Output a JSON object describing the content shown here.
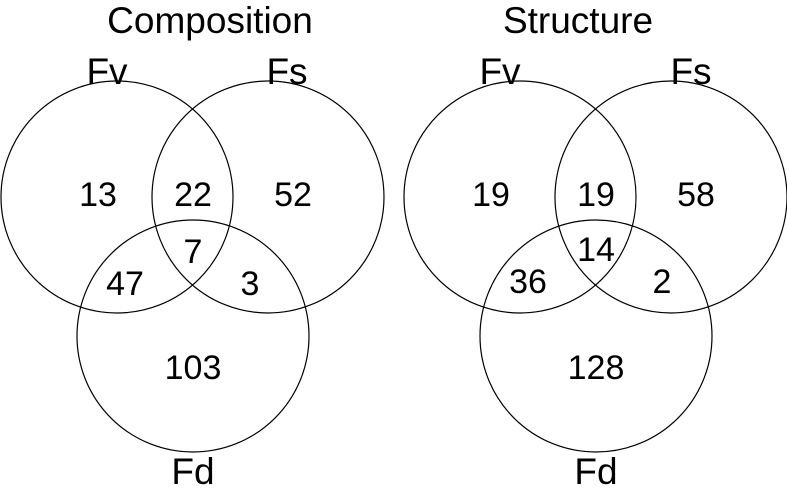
{
  "diagrams": [
    {
      "title": "Composition",
      "sets": [
        "Fv",
        "Fs",
        "Fd"
      ],
      "regions": {
        "fv_only": "13",
        "fv_fs": "22",
        "fs_only": "52",
        "all": "7",
        "fv_fd": "47",
        "fs_fd": "3",
        "fd_only": "103"
      }
    },
    {
      "title": "Structure",
      "sets": [
        "Fv",
        "Fs",
        "Fd"
      ],
      "regions": {
        "fv_only": "19",
        "fv_fs": "19",
        "fs_only": "58",
        "all": "14",
        "fv_fd": "36",
        "fs_fd": "2",
        "fd_only": "128"
      }
    }
  ]
}
